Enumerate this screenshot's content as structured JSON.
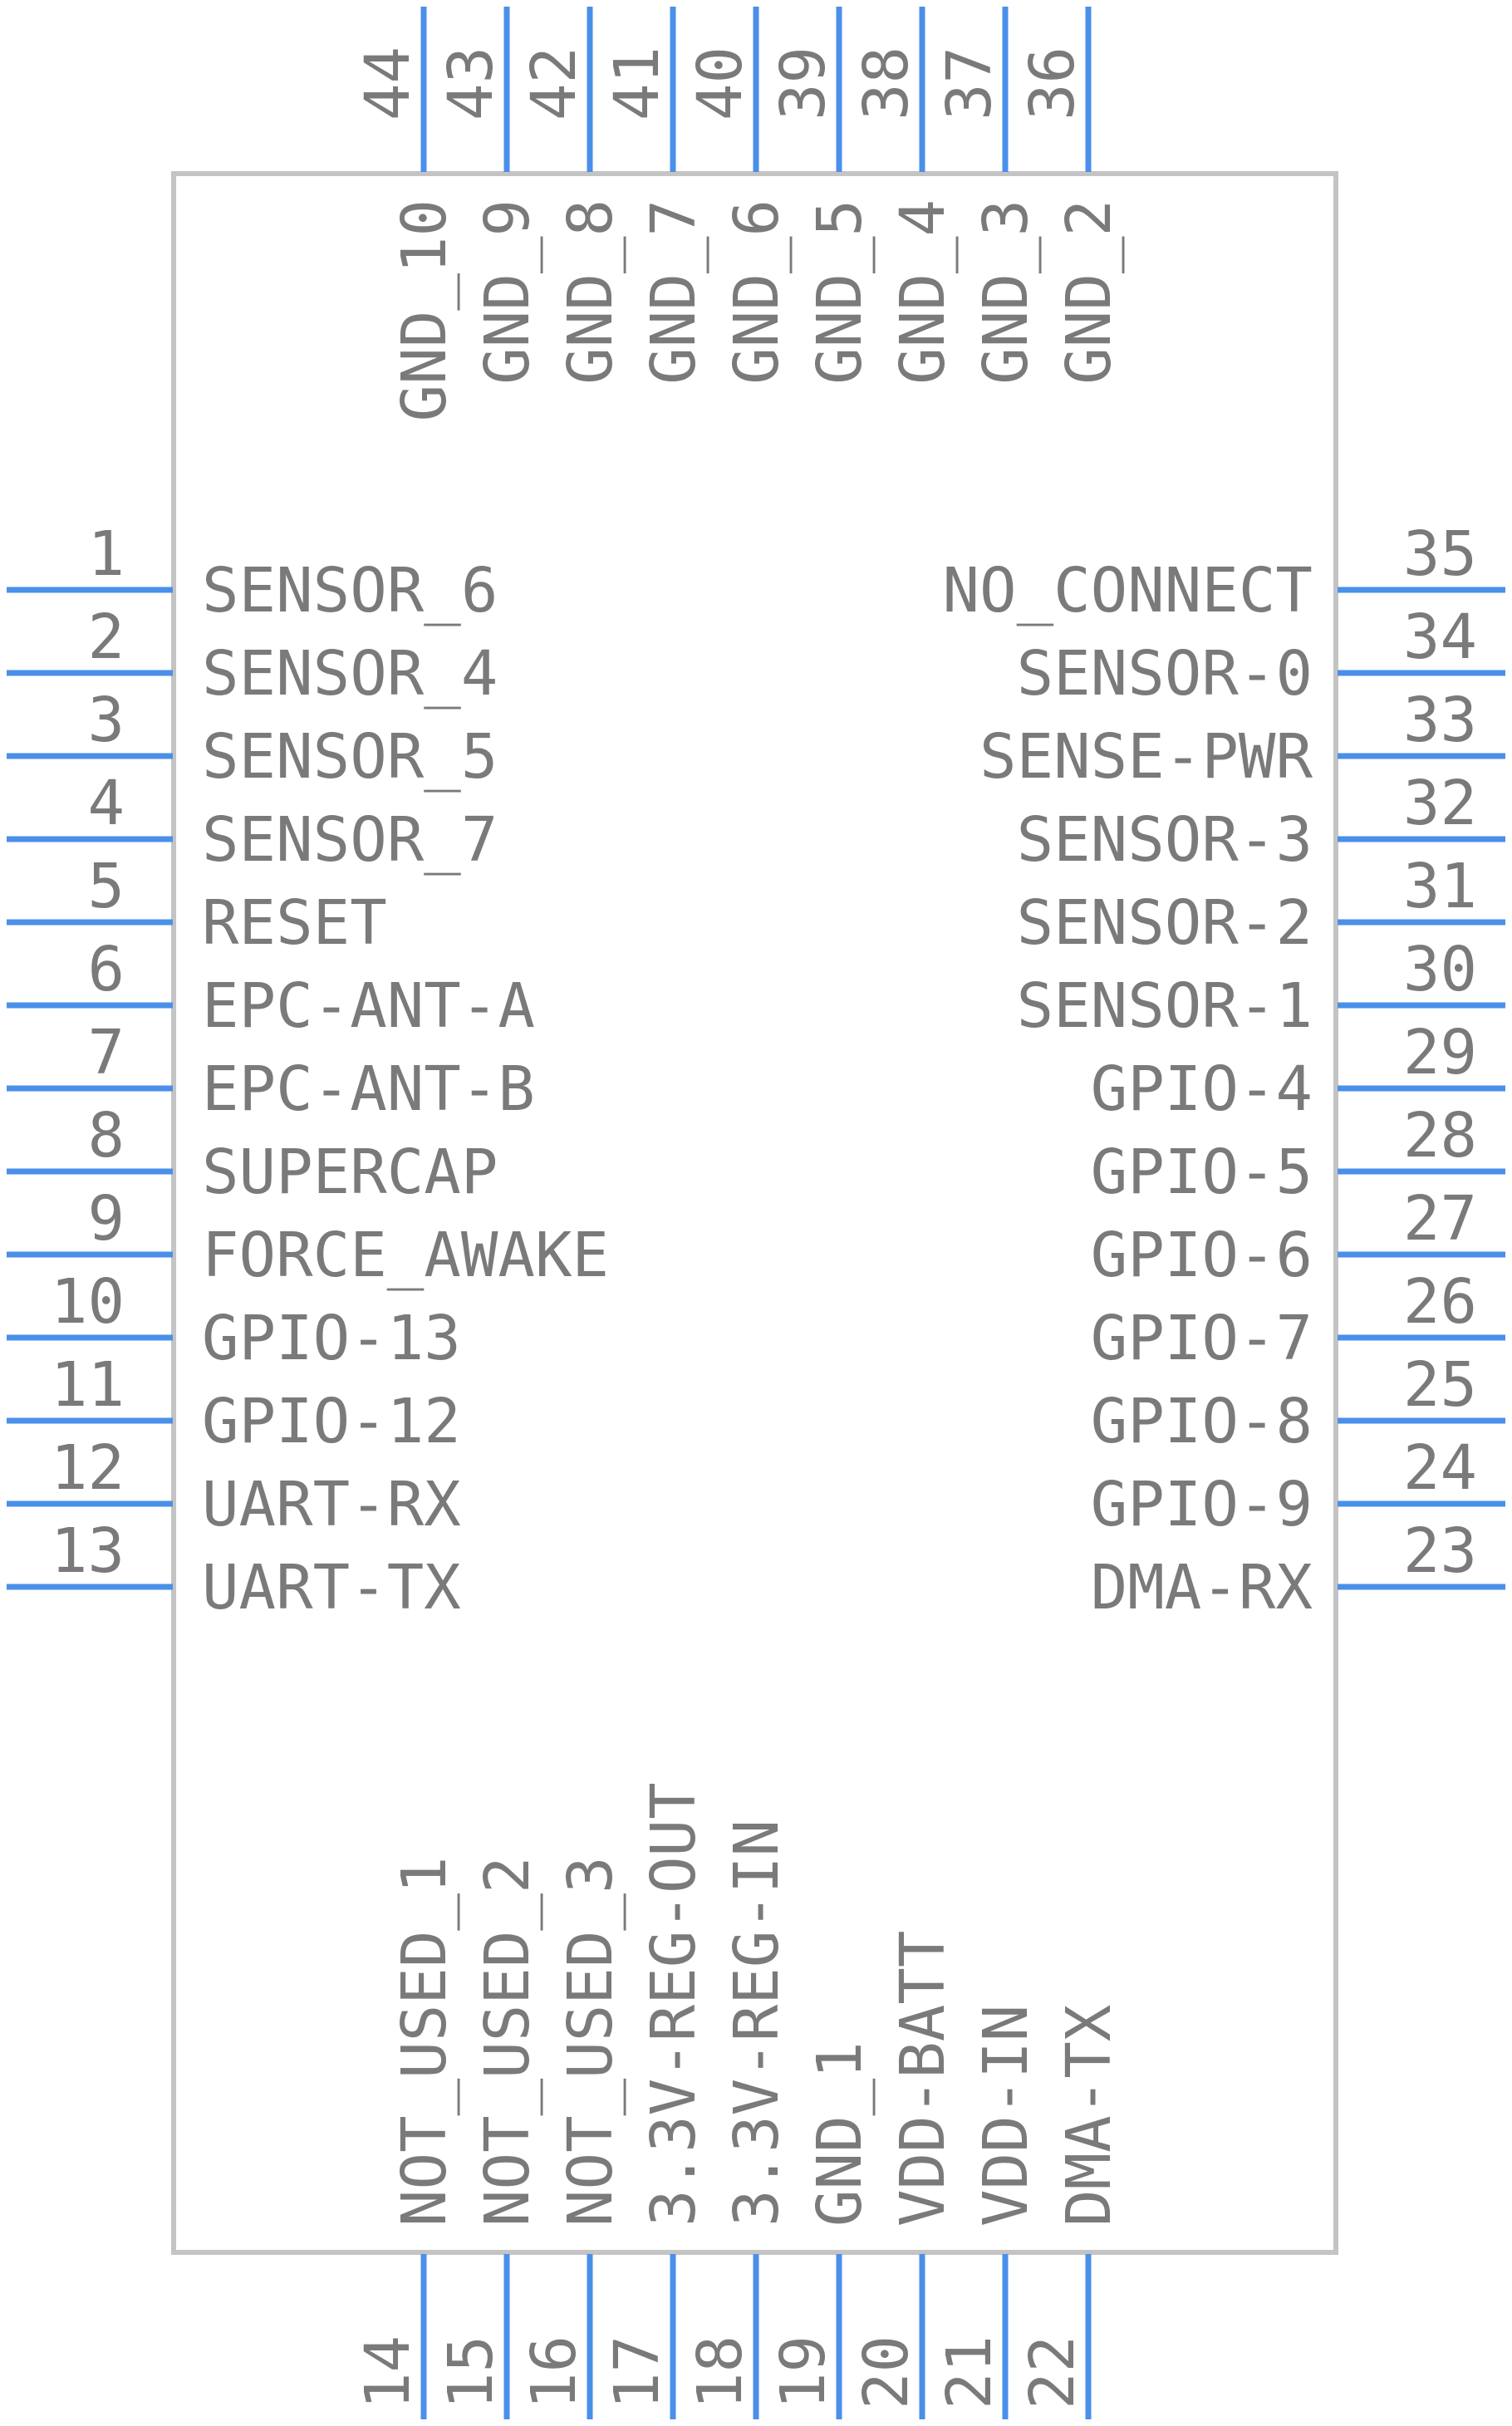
{
  "colors": {
    "pin": "#4a8fea",
    "body_outline": "#c4c4c4",
    "text": "#7a7a7a",
    "background": "#ffffff"
  },
  "left_pins": [
    {
      "number": "1",
      "label": "SENSOR_6"
    },
    {
      "number": "2",
      "label": "SENSOR_4"
    },
    {
      "number": "3",
      "label": "SENSOR_5"
    },
    {
      "number": "4",
      "label": "SENSOR_7"
    },
    {
      "number": "5",
      "label": "RESET"
    },
    {
      "number": "6",
      "label": "EPC-ANT-A"
    },
    {
      "number": "7",
      "label": "EPC-ANT-B"
    },
    {
      "number": "8",
      "label": "SUPERCAP"
    },
    {
      "number": "9",
      "label": "FORCE_AWAKE"
    },
    {
      "number": "10",
      "label": "GPIO-13"
    },
    {
      "number": "11",
      "label": "GPIO-12"
    },
    {
      "number": "12",
      "label": "UART-RX"
    },
    {
      "number": "13",
      "label": "UART-TX"
    }
  ],
  "right_pins": [
    {
      "number": "35",
      "label": "NO_CONNECT"
    },
    {
      "number": "34",
      "label": "SENSOR-0"
    },
    {
      "number": "33",
      "label": "SENSE-PWR"
    },
    {
      "number": "32",
      "label": "SENSOR-3"
    },
    {
      "number": "31",
      "label": "SENSOR-2"
    },
    {
      "number": "30",
      "label": "SENSOR-1"
    },
    {
      "number": "29",
      "label": "GPIO-4"
    },
    {
      "number": "28",
      "label": "GPIO-5"
    },
    {
      "number": "27",
      "label": "GPIO-6"
    },
    {
      "number": "26",
      "label": "GPIO-7"
    },
    {
      "number": "25",
      "label": "GPIO-8"
    },
    {
      "number": "24",
      "label": "GPIO-9"
    },
    {
      "number": "23",
      "label": "DMA-RX"
    }
  ],
  "top_pins": [
    {
      "number": "44",
      "label": "GND_10"
    },
    {
      "number": "43",
      "label": "GND_9"
    },
    {
      "number": "42",
      "label": "GND_8"
    },
    {
      "number": "41",
      "label": "GND_7"
    },
    {
      "number": "40",
      "label": "GND_6"
    },
    {
      "number": "39",
      "label": "GND_5"
    },
    {
      "number": "38",
      "label": "GND_4"
    },
    {
      "number": "37",
      "label": "GND_3"
    },
    {
      "number": "36",
      "label": "GND_2"
    }
  ],
  "bottom_pins": [
    {
      "number": "14",
      "label": "NOT_USED_1"
    },
    {
      "number": "15",
      "label": "NOT_USED_2"
    },
    {
      "number": "16",
      "label": "NOT_USED_3"
    },
    {
      "number": "17",
      "label": "3.3V-REG-OUT"
    },
    {
      "number": "18",
      "label": "3.3V-REG-IN"
    },
    {
      "number": "19",
      "label": "GND_1"
    },
    {
      "number": "20",
      "label": "VDD-BATT"
    },
    {
      "number": "21",
      "label": "VDD-IN"
    },
    {
      "number": "22",
      "label": "DMA-TX"
    }
  ]
}
